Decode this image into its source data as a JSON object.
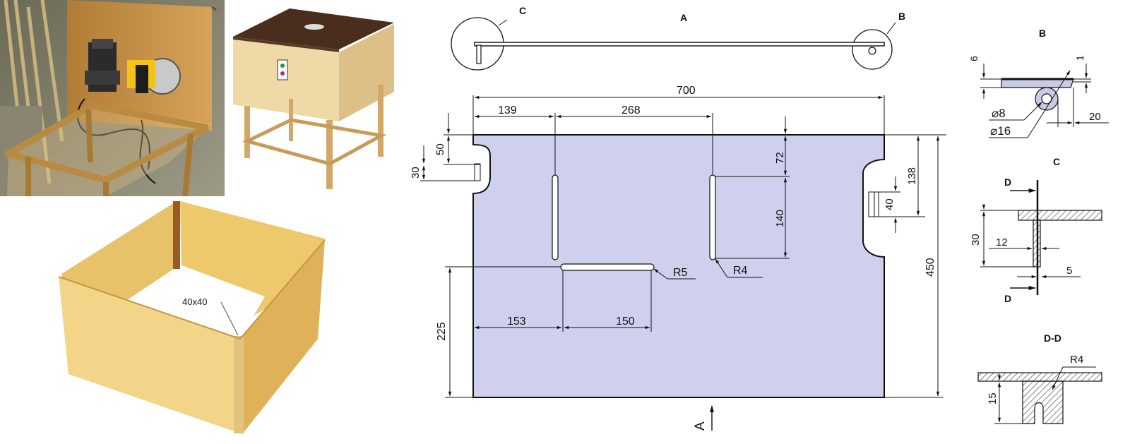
{
  "photos": {
    "workshop_photo": {},
    "render_table": {},
    "render_frame": {
      "note_label": "40x40"
    }
  },
  "drawing": {
    "section_labels": {
      "A": "A",
      "B": "B",
      "C": "C",
      "D_D": "D-D"
    },
    "top_view": {
      "callout_c": "C",
      "callout_b": "B",
      "title": "A"
    },
    "plan": {
      "dims": {
        "overall_width": "700",
        "left_offset": "139",
        "slot_spacing": "268",
        "notch_top": "50",
        "notch_height": "30",
        "slot_top": "72",
        "slot_length": "140",
        "right_notch_top": "138",
        "right_notch_height": "40",
        "overall_height": "450",
        "lower_slot_height": "225",
        "lower_slot_x": "153",
        "lower_slot_len": "150",
        "radius_lower": "R5",
        "radius_slot": "R4"
      },
      "section_arrow": "A",
      "fill_color": "#cfd0ee"
    },
    "detail_b": {
      "title": "B",
      "d6": "6",
      "d1": "1",
      "dia8": "⌀8",
      "dia16": "⌀16",
      "d20": "20"
    },
    "detail_c": {
      "title": "C",
      "d30": "30",
      "d12": "12",
      "d5": "5",
      "mark_d_top": "D",
      "mark_d_bot": "D"
    },
    "detail_dd": {
      "title": "D-D",
      "r4": "R4",
      "d15": "15"
    }
  }
}
